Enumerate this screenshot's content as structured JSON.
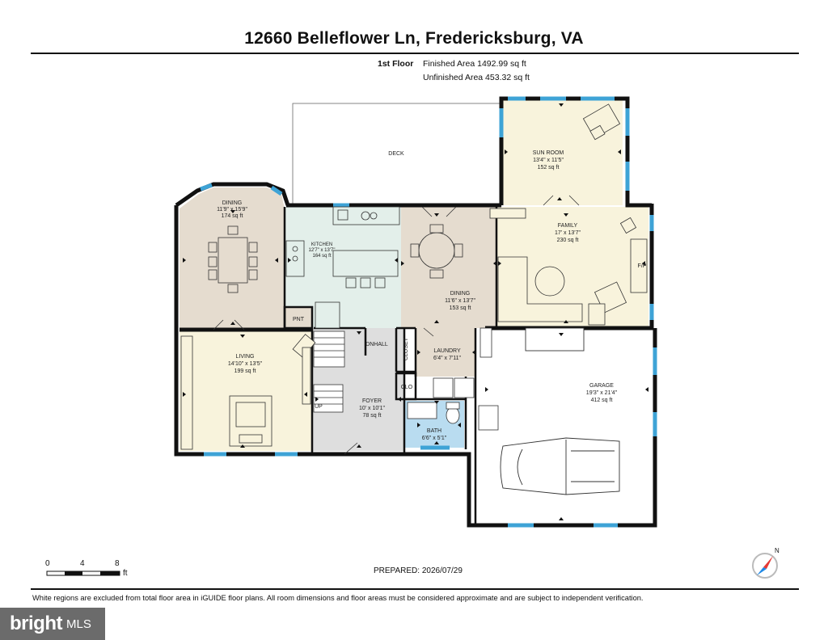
{
  "header": {
    "title": "12660 Belleflower Ln, Fredericksburg, VA",
    "floor_label": "1st Floor",
    "finished_area": "Finished Area 1492.99 sq ft",
    "unfinished_area": "Unfinished Area 453.32 sq ft"
  },
  "rooms": {
    "deck": {
      "name": "DECK"
    },
    "sun_room": {
      "name": "SUN ROOM",
      "dims": "13'4\" x 11'5\"",
      "area": "152 sq ft"
    },
    "dining_left": {
      "name": "DINING",
      "dims": "11'9\" x 15'9\"",
      "area": "174 sq ft"
    },
    "kitchen": {
      "name": "KITCHEN",
      "dims": "12'7\" x 13'7\"",
      "area": "164 sq ft"
    },
    "dining_center": {
      "name": "DINING",
      "dims": "11'6\" x 13'7\"",
      "area": "153 sq ft"
    },
    "family": {
      "name": "FAMILY",
      "dims": "17' x 13'7\"",
      "area": "230 sq ft",
      "fireplace": "F/P"
    },
    "living": {
      "name": "LIVING",
      "dims": "14'10\" x 13'5\"",
      "area": "199 sq ft"
    },
    "pantry": {
      "name": "PNT"
    },
    "hall": {
      "name": "DNHALL"
    },
    "closet": {
      "name": "CLOSET"
    },
    "laundry": {
      "name": "LAUNDRY",
      "dims": "6'4\" x 7'11\""
    },
    "clo": {
      "name": "CLO"
    },
    "foyer": {
      "name": "FOYER",
      "dims": "10' x 10'1\"",
      "area": "78 sq ft"
    },
    "bath": {
      "name": "BATH",
      "dims": "6'6\" x 5'1\""
    },
    "garage": {
      "name": "GARAGE",
      "dims": "19'3\" x 21'4\"",
      "area": "412 sq ft"
    },
    "stairs": {
      "name": "UP"
    }
  },
  "scale": {
    "ticks": [
      "0",
      "4",
      "8"
    ],
    "unit": "ft"
  },
  "prepared": "PREPARED: 2026/07/29",
  "compass": {
    "label": "N"
  },
  "disclaimer": "White regions are excluded from total floor area in iGUIDE floor plans. All room dimensions and floor areas must be considered approximate and are subject to independent verification.",
  "watermark": {
    "brand": "bright",
    "suffix": "MLS"
  },
  "colors": {
    "sun_room": "#f8f3dc",
    "dining": "#e5dccf",
    "kitchen": "#e3efea",
    "family": "#f8f3dc",
    "living": "#f8f3dc",
    "foyer": "#dedede",
    "bath": "#b9dcf0",
    "laundry": "#e5dccf",
    "window": "#3ea3d6",
    "wall": "#111111"
  }
}
